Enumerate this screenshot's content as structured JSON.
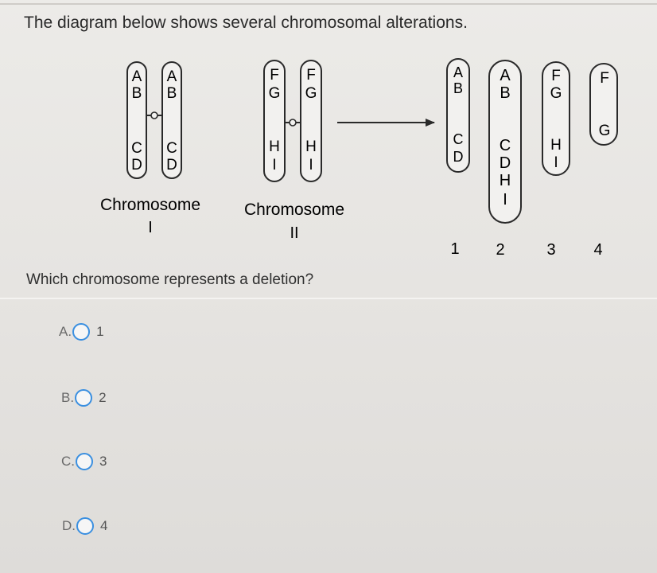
{
  "question": {
    "title": "The diagram below shows several chromosomal alterations.",
    "prompt": "Which chromosome represents a deletion?"
  },
  "diagram": {
    "chromosome_one": {
      "label": "Chromosome",
      "numeral": "I",
      "left_chromatid": [
        "A",
        "B",
        "C",
        "D"
      ],
      "right_chromatid": [
        "A",
        "B",
        "C",
        "D"
      ]
    },
    "chromosome_two": {
      "label": "Chromosome",
      "numeral": "II",
      "left_chromatid": [
        "F",
        "G",
        "H",
        "I"
      ],
      "right_chromatid": [
        "F",
        "G",
        "H",
        "I"
      ]
    },
    "results": [
      {
        "number": "1",
        "genes": [
          "A",
          "B",
          "C",
          "D"
        ]
      },
      {
        "number": "2",
        "genes": [
          "A",
          "B",
          "C",
          "D",
          "H",
          "I"
        ]
      },
      {
        "number": "3",
        "genes": [
          "F",
          "G",
          "H",
          "I"
        ]
      },
      {
        "number": "4",
        "genes": [
          "F",
          "G"
        ]
      }
    ]
  },
  "choices": [
    {
      "letter": "A.",
      "value": "1"
    },
    {
      "letter": "B.",
      "value": "2"
    },
    {
      "letter": "C.",
      "value": "3"
    },
    {
      "letter": "D.",
      "value": "4"
    }
  ],
  "colors": {
    "radio_border": "#3a8fe0",
    "outline": "#2a2a2a"
  }
}
